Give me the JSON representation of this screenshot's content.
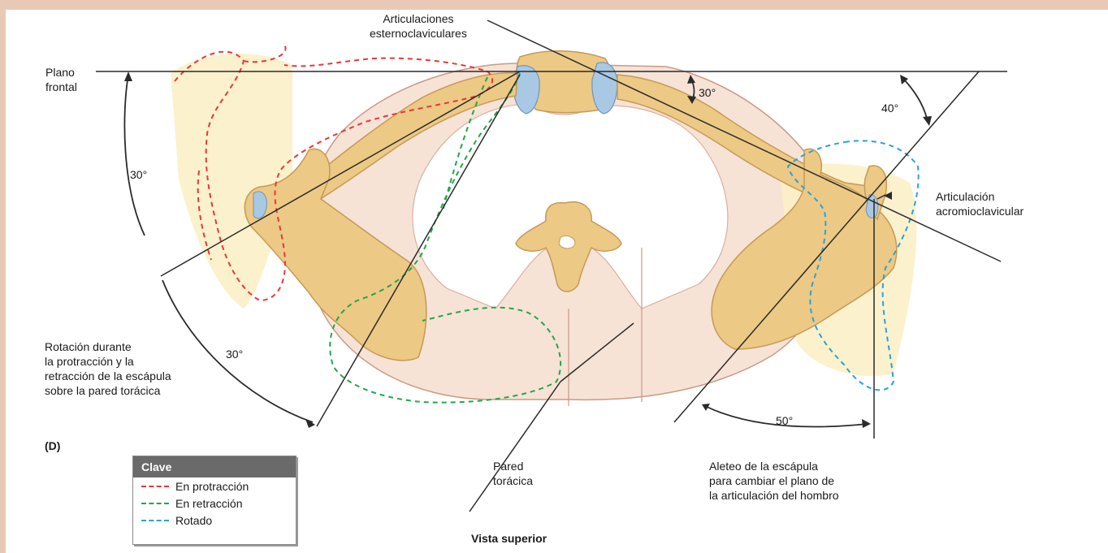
{
  "labels": {
    "sternoclavicular_line1": "Articulaciones",
    "sternoclavicular_line2": "esternoclaviculares",
    "frontal_plane_line1": "Plano",
    "frontal_plane_line2": "frontal",
    "acromioclavicular_line1": "Articulación",
    "acromioclavicular_line2": "acromioclavicular",
    "rotation_line1": "Rotación durante",
    "rotation_line2": "la protracción y la",
    "rotation_line3": "retracción de la escápula",
    "rotation_line4": "sobre la pared torácica",
    "panel_letter": "(D)",
    "thoracic_wall_line1": "Pared",
    "thoracic_wall_line2": "torácica",
    "winging_line1": "Aleteo de la escápula",
    "winging_line2": "para cambiar el plano de",
    "winging_line3": "la articulación del hombro",
    "view": "Vista superior"
  },
  "angles": {
    "left_upper": "30°",
    "left_lower": "30°",
    "clavicle": "30°",
    "right_upper": "40°",
    "right_lower": "50°"
  },
  "legend": {
    "title": "Clave",
    "items": [
      {
        "label": "En protracción",
        "color": "#e8373a"
      },
      {
        "label": "En retracción",
        "color": "#1fa84a"
      },
      {
        "label": "Rotado",
        "color": "#2aa3d6"
      }
    ]
  },
  "colors": {
    "bone": "#ecc985",
    "bone_shadow": "#c59a55",
    "thorax": "#f7e2d6",
    "cartilage": "#a9c8e4",
    "highlight": "#fbf0c8"
  }
}
